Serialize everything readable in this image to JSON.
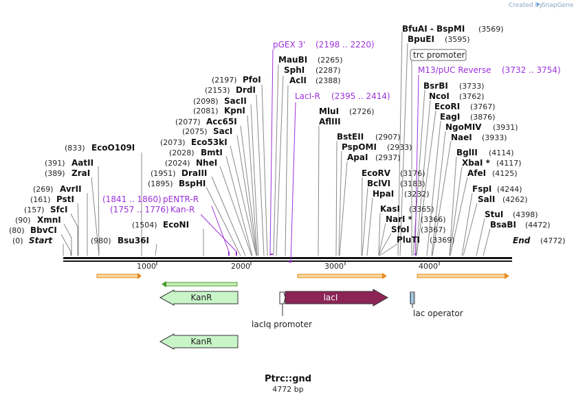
{
  "brand": {
    "created_by": "Created by",
    "name": "SnapGene"
  },
  "plasmid": {
    "name": "Ptrc::gnd",
    "length_label": "4772 bp",
    "length_bp": 4772
  },
  "ruler": {
    "ticks": [
      "1000",
      "2000",
      "3000",
      "4000"
    ]
  },
  "enzymes": [
    {
      "name": "BbvCI",
      "pos": "(80)"
    },
    {
      "name": "XmnI",
      "pos": "(90)"
    },
    {
      "name": "SfcI",
      "pos": "(157)"
    },
    {
      "name": "PstI",
      "pos": "(161)"
    },
    {
      "name": "AvrII",
      "pos": "(269)"
    },
    {
      "name": "ZraI",
      "pos": "(389)"
    },
    {
      "name": "AatII",
      "pos": "(391)"
    },
    {
      "name": "EcoO109I",
      "pos": "(833)"
    },
    {
      "name": "Bsu36I",
      "pos": "(980)"
    },
    {
      "name": "EcoNI",
      "pos": "(1504)"
    },
    {
      "name": "BspHI",
      "pos": "(1895)"
    },
    {
      "name": "DraIII",
      "pos": "(1951)"
    },
    {
      "name": "NheI",
      "pos": "(2024)"
    },
    {
      "name": "BmtI",
      "pos": "(2028)"
    },
    {
      "name": "Eco53kI",
      "pos": "(2073)"
    },
    {
      "name": "SacI",
      "pos": "(2075)"
    },
    {
      "name": "Acc65I",
      "pos": "(2077)"
    },
    {
      "name": "KpnI",
      "pos": "(2081)"
    },
    {
      "name": "SacII",
      "pos": "(2098)"
    },
    {
      "name": "DrdI",
      "pos": "(2153)"
    },
    {
      "name": "PfoI",
      "pos": "(2197)"
    },
    {
      "name": "MauBI",
      "pos": "(2265)"
    },
    {
      "name": "SphI",
      "pos": "(2287)"
    },
    {
      "name": "AclI",
      "pos": "(2388)"
    },
    {
      "name": "MluI",
      "pos": "(2726)"
    },
    {
      "name": "AflIII",
      "pos": ""
    },
    {
      "name": "BstEII",
      "pos": "(2907)"
    },
    {
      "name": "PspOMI",
      "pos": "(2933)"
    },
    {
      "name": "ApaI",
      "pos": "(2937)"
    },
    {
      "name": "EcoRV",
      "pos": "(3176)"
    },
    {
      "name": "BclVI",
      "pos": "(3183)"
    },
    {
      "name": "HpaI",
      "pos": "(3232)"
    },
    {
      "name": "KasI",
      "pos": "(3365)"
    },
    {
      "name": "NarI *",
      "pos": "(3366)"
    },
    {
      "name": "SfoI",
      "pos": "(3367)"
    },
    {
      "name": "PluTI",
      "pos": "(3369)"
    },
    {
      "name": "BfuAI - BspMI",
      "pos": "(3569)"
    },
    {
      "name": "BpuEI",
      "pos": "(3595)"
    },
    {
      "name": "BsrBI",
      "pos": "(3733)"
    },
    {
      "name": "NcoI",
      "pos": "(3762)"
    },
    {
      "name": "EcoRI",
      "pos": "(3767)"
    },
    {
      "name": "EagI",
      "pos": "(3876)"
    },
    {
      "name": "NgoMIV",
      "pos": "(3931)"
    },
    {
      "name": "NaeI",
      "pos": "(3933)"
    },
    {
      "name": "BglII",
      "pos": "(4114)"
    },
    {
      "name": "XbaI *",
      "pos": "(4117)"
    },
    {
      "name": "AfeI",
      "pos": "(4125)"
    },
    {
      "name": "FspI",
      "pos": "(4244)"
    },
    {
      "name": "SalI",
      "pos": "(4262)"
    },
    {
      "name": "StuI",
      "pos": "(4398)"
    },
    {
      "name": "BsaBI",
      "pos": "(4472)"
    }
  ],
  "ends": {
    "start": "Start",
    "start_pos": "(0)",
    "end": "End",
    "end_pos": "(4772)"
  },
  "primers": [
    {
      "name": "pGEX 3'",
      "range": "(2198 .. 2220)"
    },
    {
      "name": "LacI-R",
      "range": "(2395 .. 2414)"
    },
    {
      "name": "M13/pUC Reverse",
      "range": "(3732 .. 3754)"
    },
    {
      "name": "pENTR-R",
      "range": "(1841 .. 1860)"
    },
    {
      "name": "Kan-R",
      "range": "(1757 .. 1776)"
    }
  ],
  "features": {
    "trc_promoter": "trc promoter",
    "kanr_1": "KanR",
    "laci": "lacI",
    "laciq_promoter": "lacIq promoter",
    "lac_operator": "lac operator",
    "kanr_2": "KanR"
  },
  "colors": {
    "backbone": "#111111",
    "primer": "#9b30d9",
    "orf": "#e58a1f",
    "orf_green": "#4a9a2e",
    "kanr_fill": "#c9f5c9",
    "laci_fill": "#8c2456"
  }
}
